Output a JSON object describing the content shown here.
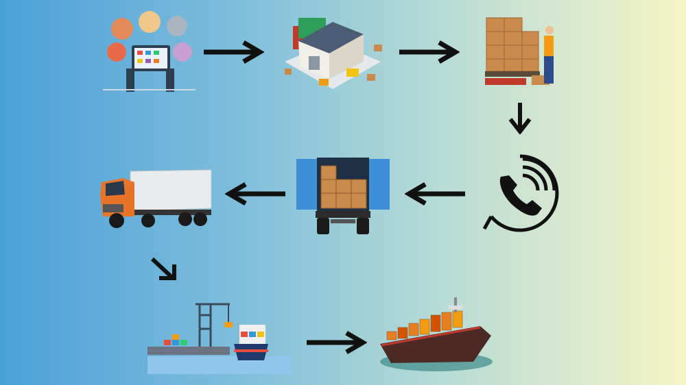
{
  "colors": {
    "bg_left": "#4aa0d9",
    "bg_right": "#f6f4c6",
    "arrow": "#111111",
    "box": "#c98a4b",
    "truck_orange": "#e8742a"
  },
  "steps": [
    {
      "id": "online-order",
      "icon": "tablet-shopping-icon"
    },
    {
      "id": "warehouse",
      "icon": "warehouse-icon"
    },
    {
      "id": "packing",
      "icon": "worker-boxes-icon"
    },
    {
      "id": "call",
      "icon": "phone-call-icon"
    },
    {
      "id": "loading",
      "icon": "loaded-truck-icon"
    },
    {
      "id": "transport",
      "icon": "cargo-truck-icon"
    },
    {
      "id": "port",
      "icon": "port-crane-icon"
    },
    {
      "id": "shipping",
      "icon": "cargo-ship-icon"
    }
  ]
}
